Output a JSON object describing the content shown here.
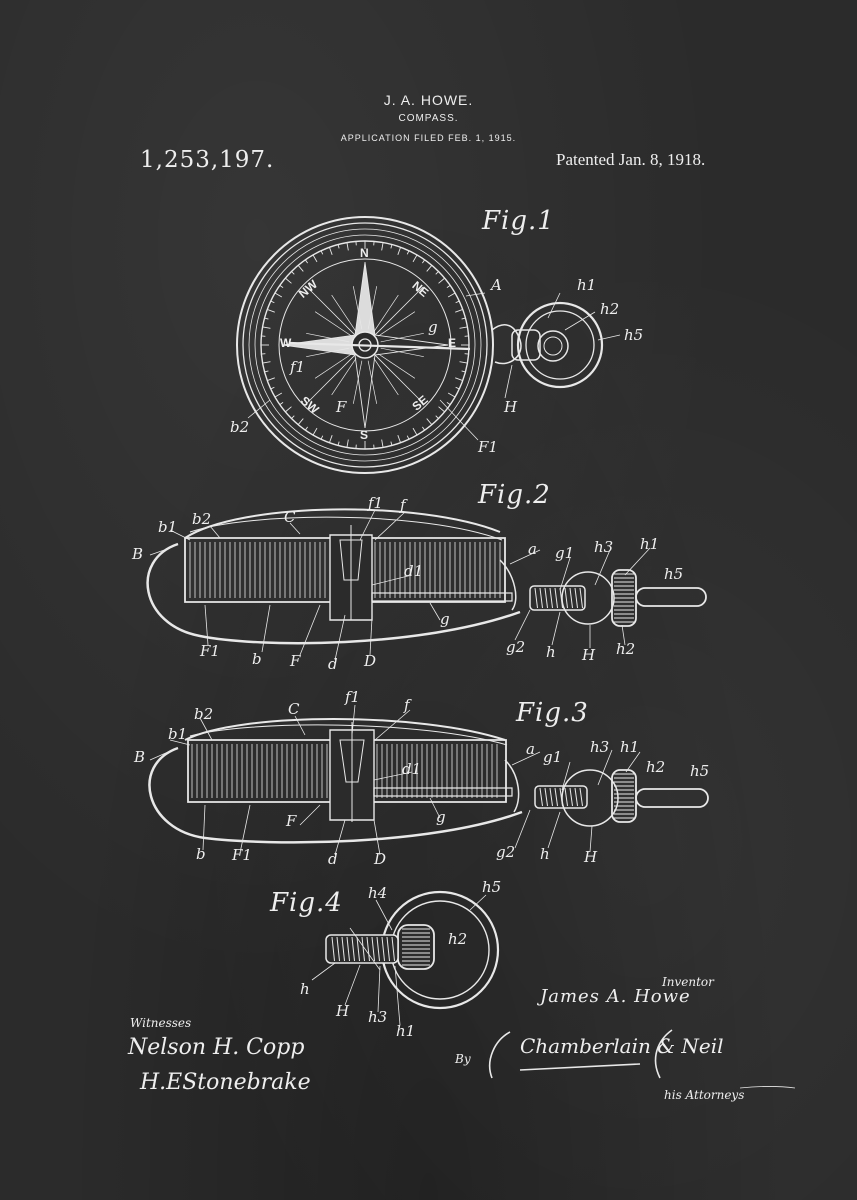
{
  "header": {
    "name": "J. A. HOWE.",
    "title": "COMPASS.",
    "application": "APPLICATION FILED FEB. 1, 1915.",
    "patent_number": "1,253,197.",
    "patented": "Patented Jan. 8, 1918."
  },
  "figures": {
    "fig1": {
      "title": "Fig.1",
      "dial_labels": [
        "N",
        "NE",
        "E",
        "SE",
        "S",
        "SW",
        "W",
        "NW"
      ],
      "refs": [
        "A",
        "h1",
        "h2",
        "h5",
        "g",
        "f1",
        "F",
        "H",
        "b2",
        "F1"
      ]
    },
    "fig2": {
      "title": "Fig.2",
      "refs": [
        "b1",
        "b2",
        "B",
        "C",
        "f1",
        "f",
        "a",
        "g1",
        "h3",
        "h1",
        "h5",
        "d1",
        "g",
        "F1",
        "b",
        "F",
        "d",
        "D",
        "g2",
        "h",
        "H",
        "h2"
      ]
    },
    "fig3": {
      "title": "Fig.3",
      "refs": [
        "b2",
        "b1",
        "B",
        "C",
        "f1",
        "f",
        "a",
        "g1",
        "h3",
        "h1",
        "h2",
        "h5",
        "d1",
        "g",
        "F",
        "b",
        "F1",
        "d",
        "D",
        "g2",
        "h",
        "H"
      ]
    },
    "fig4": {
      "title": "Fig.4",
      "refs": [
        "h4",
        "h5",
        "h2",
        "h",
        "H",
        "h3",
        "h1"
      ]
    }
  },
  "signatures": {
    "witnesses_label": "Witnesses",
    "witness1": "Nelson H. Copp",
    "witness2": "H.EStonebrake",
    "inventor_label": "Inventor",
    "inventor_name": "James A. Howe",
    "by": "By",
    "attorney_signature": "Chamberlain & Neil",
    "attorneys_label": "his Attorneys"
  },
  "colors": {
    "background": "#2b2b2b",
    "chalk": "#eeeeee"
  }
}
